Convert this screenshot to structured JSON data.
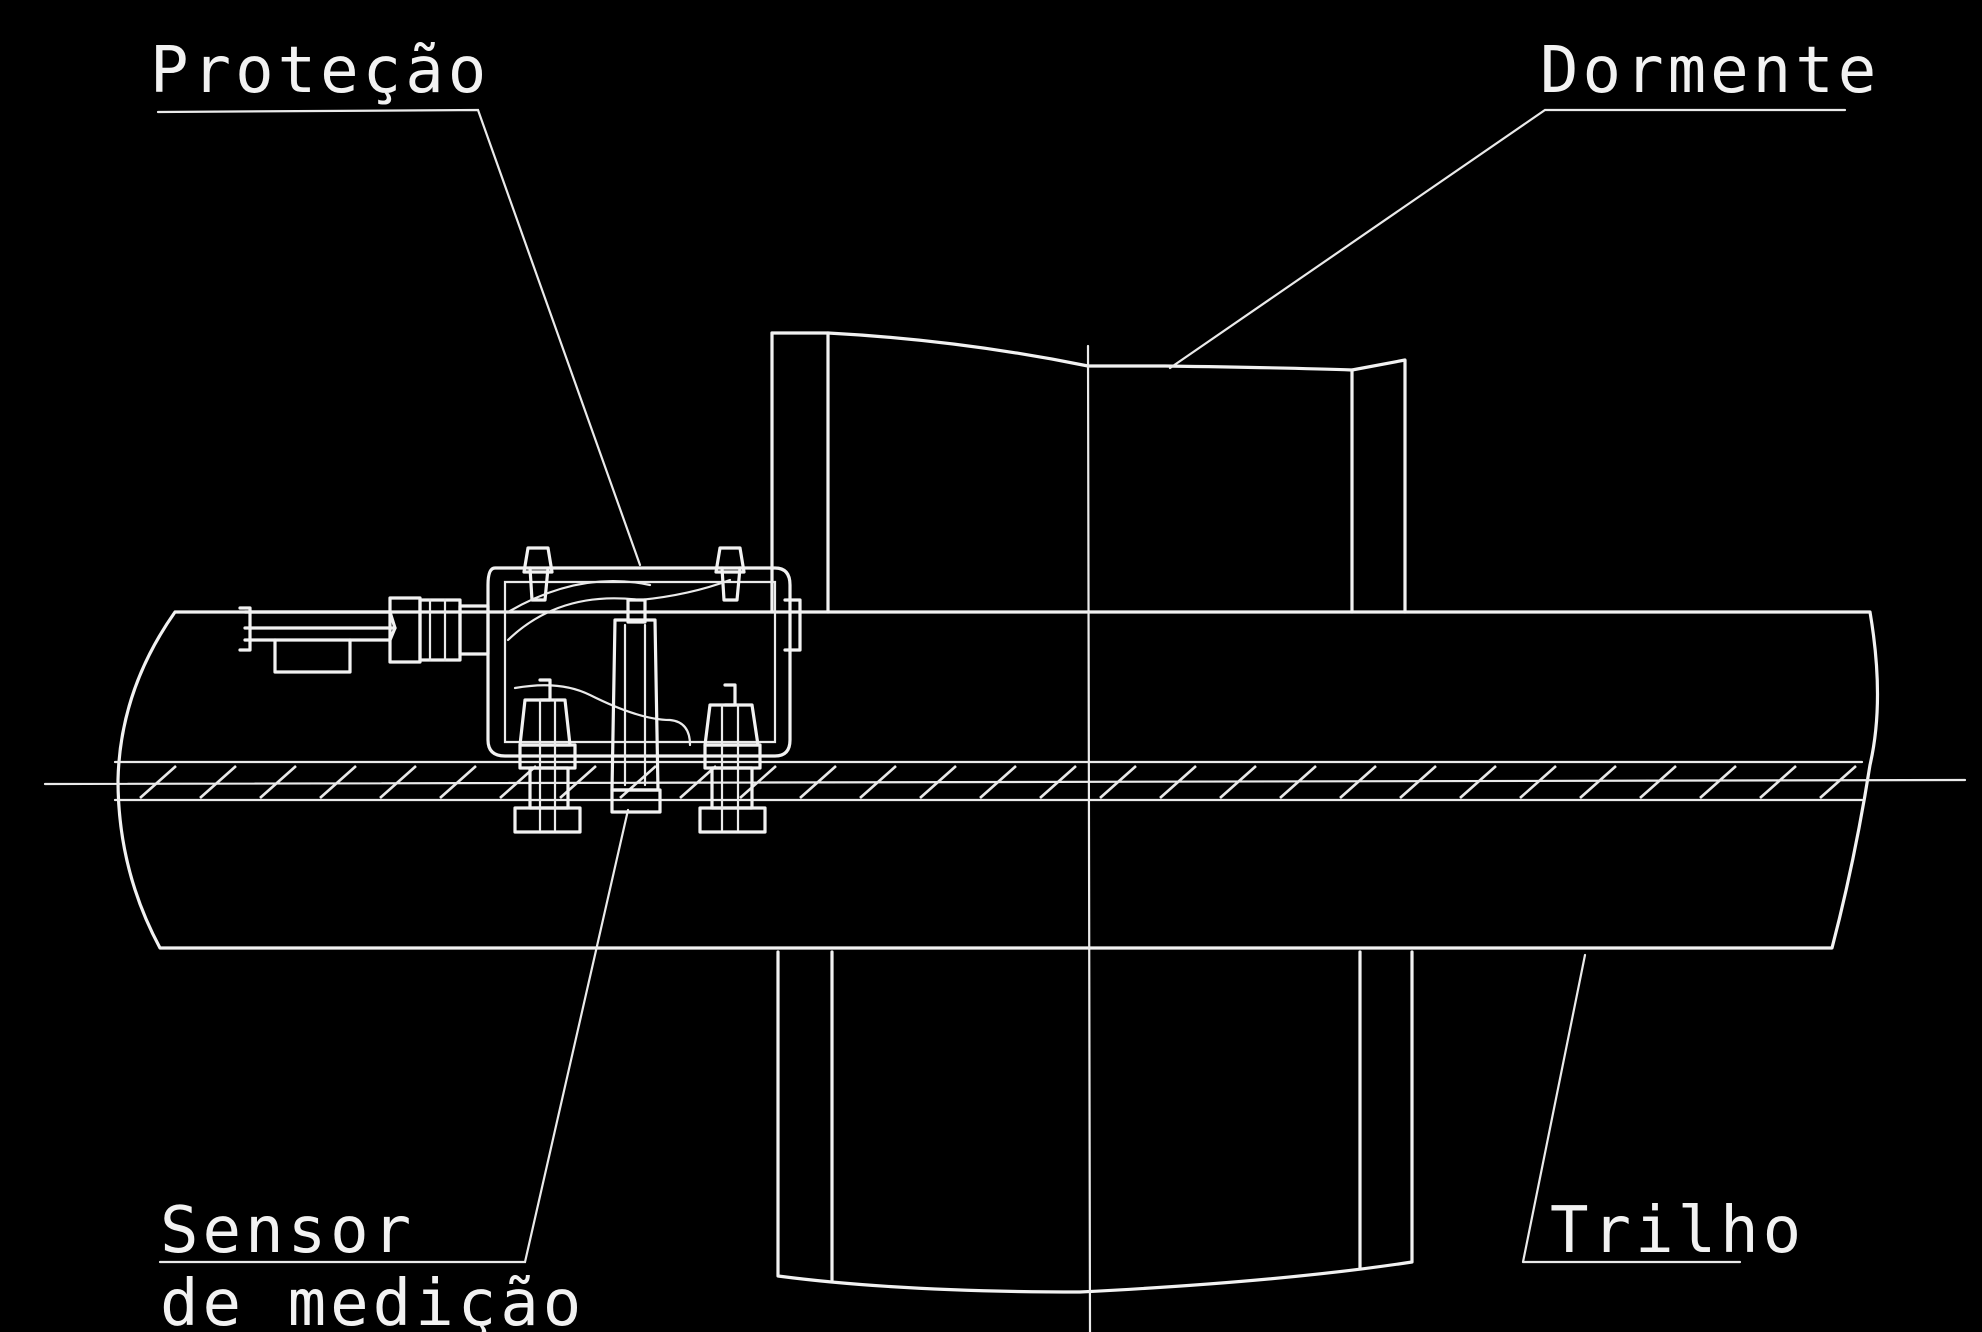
{
  "labels": {
    "protecao": "Proteção",
    "dormente": "Dormente",
    "sensor_line1": "Sensor",
    "sensor_line2": "de medição",
    "trilho": "Trilho"
  },
  "colors": {
    "background": "#000000",
    "linework": "#f2f2f2"
  }
}
